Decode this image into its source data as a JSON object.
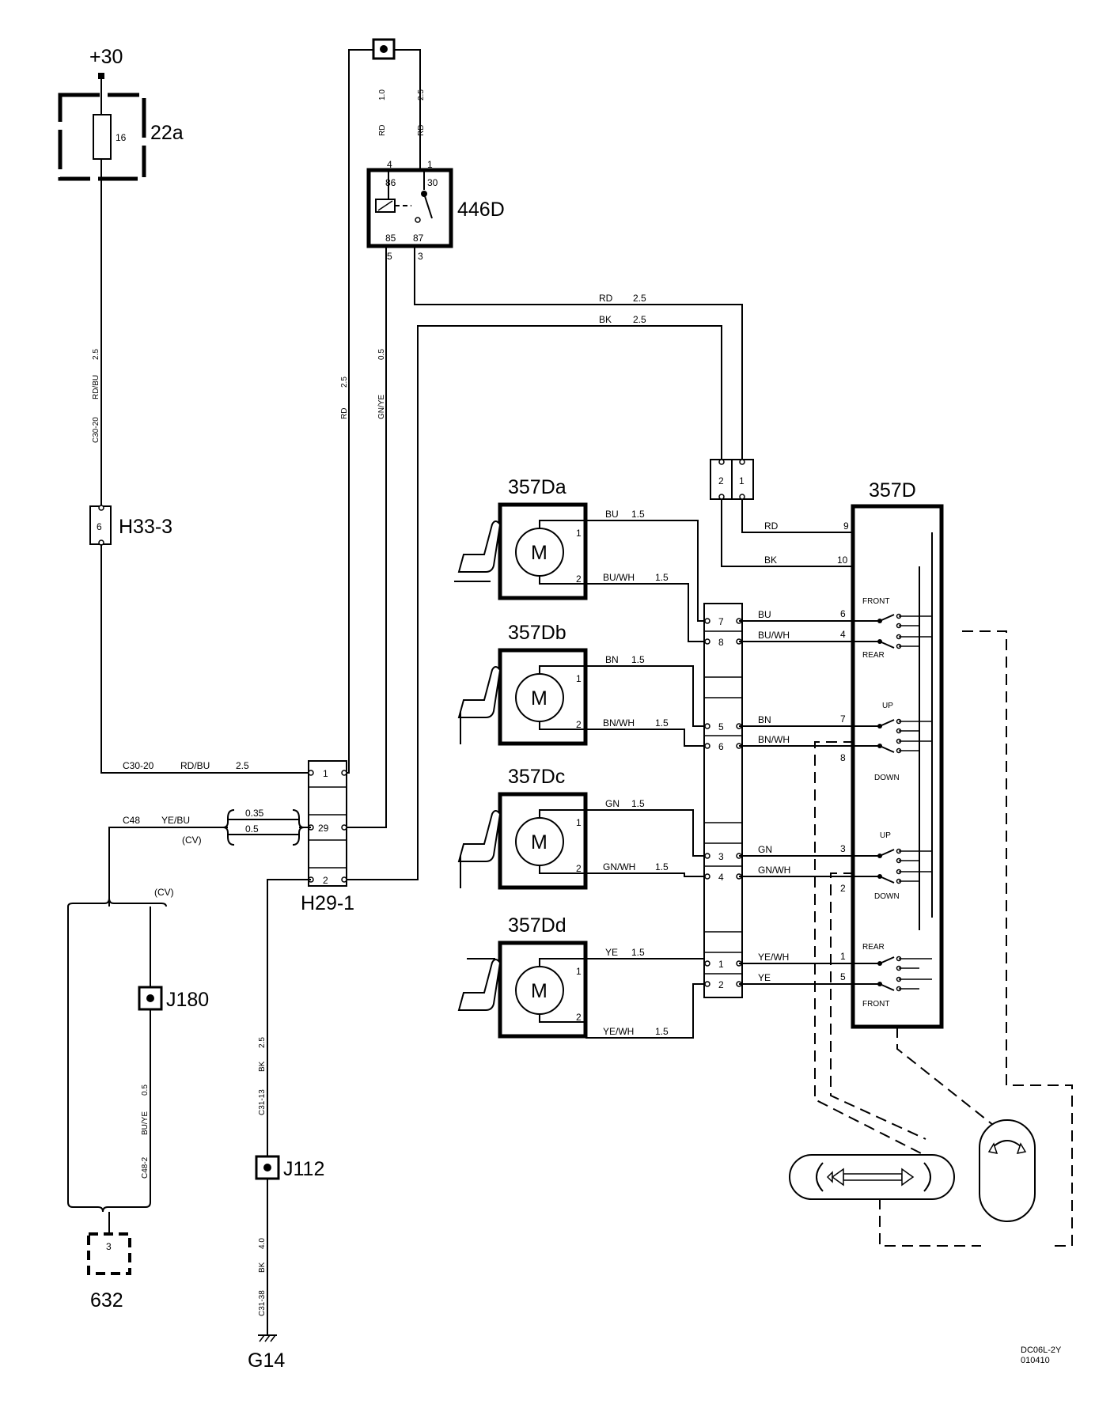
{
  "components": {
    "plus30": "+30",
    "fuse": {
      "id": "22a",
      "rating": "16"
    },
    "relay": {
      "id": "446D",
      "pins": {
        "p86": "86",
        "p30": "30",
        "p85": "85",
        "p87": "87",
        "c4": "4",
        "c1": "1",
        "c5": "5",
        "c3": "3"
      }
    },
    "h33": {
      "id": "H33-3",
      "pin": "6"
    },
    "h29": {
      "id": "H29-1",
      "pins": [
        "1",
        "29",
        "2"
      ]
    },
    "j180": "J180",
    "j112": "J112",
    "g14": "G14",
    "c632": {
      "id": "632",
      "pin": "3"
    },
    "connector_top": {
      "pins": [
        "2",
        "1"
      ]
    },
    "motors": [
      {
        "id": "357Da",
        "symbol": "M",
        "pin1": "1",
        "pin2": "2",
        "w1": "BU",
        "w1s": "1.5",
        "w2": "BU/WH",
        "w2s": "1.5"
      },
      {
        "id": "357Db",
        "symbol": "M",
        "pin1": "1",
        "pin2": "2",
        "w1": "BN",
        "w1s": "1.5",
        "w2": "BN/WH",
        "w2s": "1.5"
      },
      {
        "id": "357Dc",
        "symbol": "M",
        "pin1": "1",
        "pin2": "2",
        "w1": "GN",
        "w1s": "1.5",
        "w2": "GN/WH",
        "w2s": "1.5"
      },
      {
        "id": "357Dd",
        "symbol": "M",
        "pin1": "1",
        "pin2": "2",
        "w1": "YE",
        "w1s": "1.5",
        "w2": "YE/WH",
        "w2s": "1.5"
      }
    ],
    "mid_connector": {
      "pins": [
        "7",
        "8",
        "5",
        "6",
        "3",
        "4",
        "1",
        "2"
      ]
    },
    "switch": {
      "id": "357D",
      "labels": {
        "front": "FRONT",
        "rear": "REAR",
        "up": "UP",
        "down": "DOWN"
      },
      "rows": [
        {
          "color": "BU",
          "pin": "6"
        },
        {
          "color": "BU/WH",
          "pin": "4"
        },
        {
          "color": "BN",
          "pin": "7"
        },
        {
          "color": "BN/WH",
          "pin": "8"
        },
        {
          "color": "GN",
          "pin": "3"
        },
        {
          "color": "GN/WH",
          "pin": "2"
        },
        {
          "color": "YE/WH",
          "pin": "1"
        },
        {
          "color": "YE",
          "pin": "5"
        }
      ],
      "supply": [
        {
          "color": "RD",
          "pin": "9"
        },
        {
          "color": "BK",
          "pin": "10"
        }
      ]
    }
  },
  "wires": {
    "relay_rd_10": {
      "color": "RD",
      "size": "1.0"
    },
    "relay_rd_25": {
      "color": "RD",
      "size": "2.5"
    },
    "rd_top": {
      "color": "RD",
      "size": "2.5"
    },
    "bk_top": {
      "color": "BK",
      "size": "2.5"
    },
    "fuse_wire": {
      "code": "C30-20",
      "color": "RD/BU",
      "size": "2.5"
    },
    "h29_1": {
      "code": "C30-20",
      "color": "RD/BU",
      "size": "2.5"
    },
    "rd_vert": {
      "color": "RD",
      "size": "2.5"
    },
    "gnye_vert": {
      "color": "GN/YE",
      "size": "0.5"
    },
    "c48": {
      "code": "C48",
      "color": "YE/BU",
      "size_a": "0.35",
      "size_b": "0.5",
      "cv": "(CV)"
    },
    "cv2": "(CV)",
    "c48_2": {
      "code": "C48-2",
      "color": "BU/YE",
      "size": "0.5"
    },
    "c31_13": {
      "code": "C31-13",
      "color": "BK",
      "size": "2.5"
    },
    "c31_38": {
      "code": "C31-38",
      "color": "BK",
      "size": "4.0"
    }
  },
  "doc_code": [
    "DC06L-2Y",
    "010410"
  ]
}
